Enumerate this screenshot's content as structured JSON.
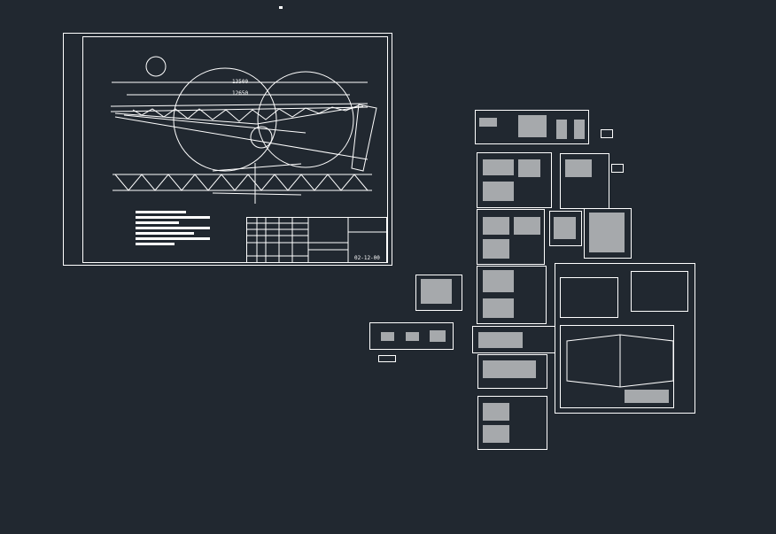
{
  "app": {
    "background_color": "#212830",
    "line_color": "#ffffff"
  },
  "main_sheet": {
    "dim_overall": "13500",
    "dim_inner": "12650",
    "drawing_number": "02-12-00"
  }
}
